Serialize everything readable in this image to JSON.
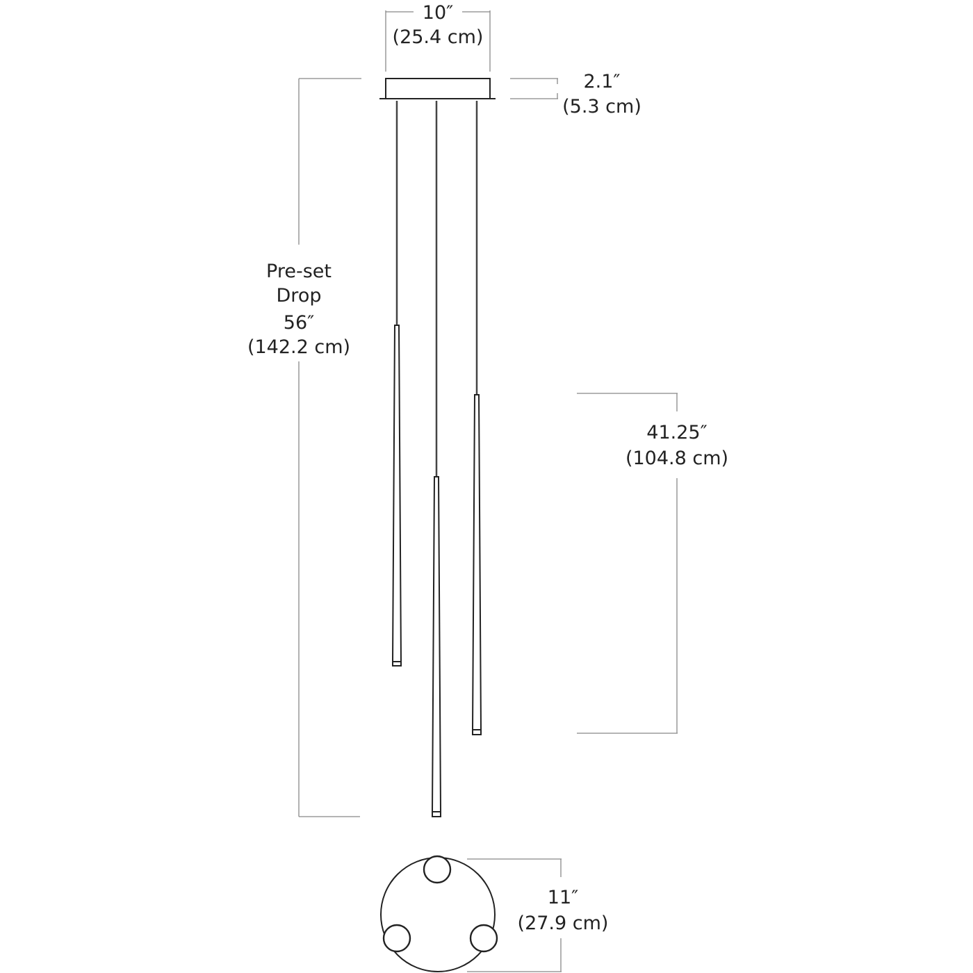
{
  "dimensions": {
    "canopy_width": {
      "imperial": "10″",
      "metric": "(25.4 cm)"
    },
    "canopy_height": {
      "imperial": "2.1″",
      "metric": "(5.3 cm)"
    },
    "preset_drop": {
      "label_line1": "Pre-set",
      "label_line2": "Drop",
      "imperial": "56″",
      "metric": "(142.2 cm)"
    },
    "pendant_length": {
      "imperial": "41.25″",
      "metric": "(104.8 cm)"
    },
    "canopy_diameter": {
      "imperial": "11″",
      "metric": "(27.9 cm)"
    }
  },
  "colors": {
    "line": "#222222",
    "dimension_line": "#888888"
  }
}
